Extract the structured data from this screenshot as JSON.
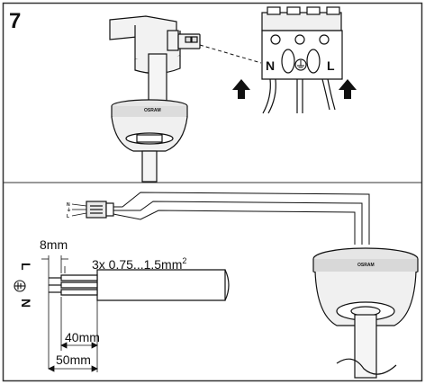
{
  "step": {
    "number": "7"
  },
  "terminal_block": {
    "left_label": "N",
    "right_label": "L",
    "earth_symbol": "⏚"
  },
  "brand": {
    "name": "OSRAM"
  },
  "connector_small": {
    "labels": [
      "N",
      "⏚",
      "L"
    ]
  },
  "cable": {
    "labels_vertical": [
      "L",
      "⏚",
      "N"
    ],
    "spec": "3x 0.75...1.5mm",
    "spec_superscript": "2",
    "dim_strip": "8mm",
    "dim_inner": "40mm",
    "dim_outer": "50mm"
  },
  "colors": {
    "line": "#111111",
    "panel": "#eef0f3",
    "border": "#333333"
  },
  "icons": [
    "up-arrow-icon",
    "earth-symbol-icon"
  ]
}
